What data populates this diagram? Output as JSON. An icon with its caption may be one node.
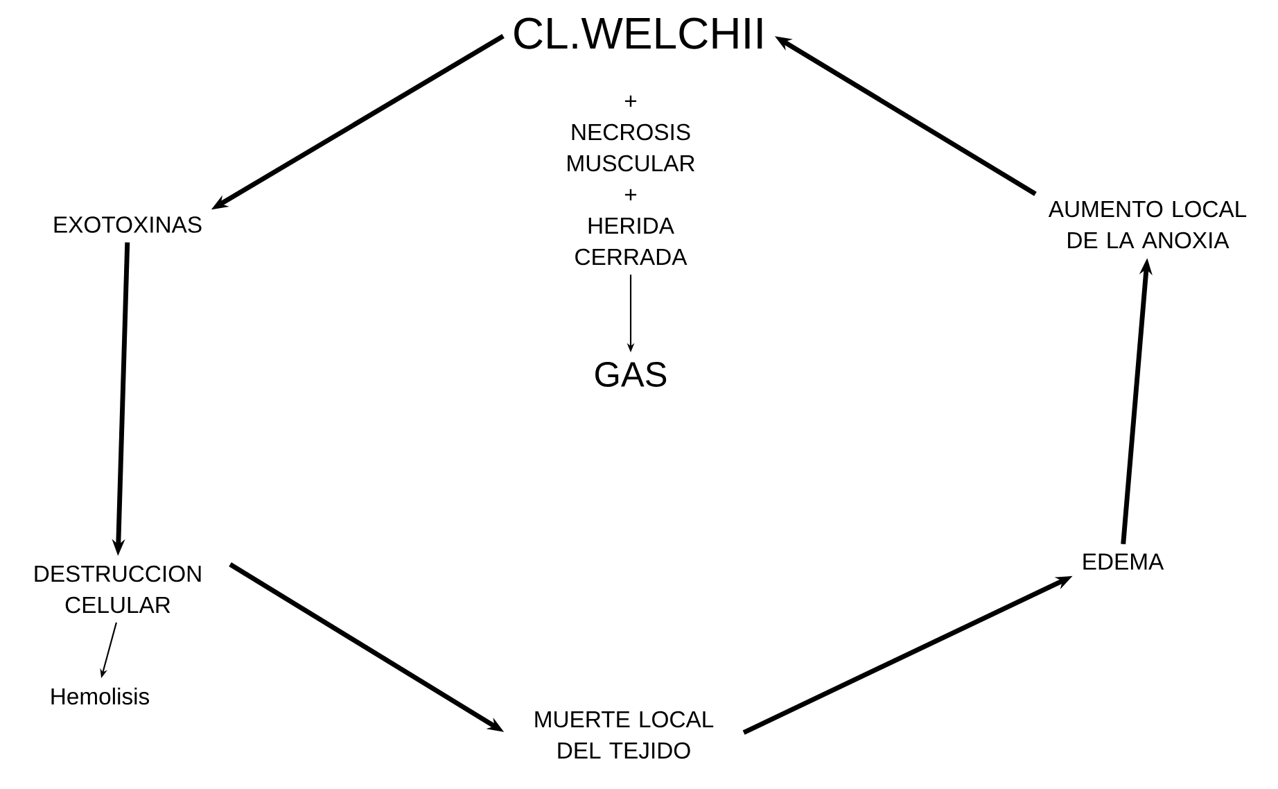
{
  "diagram": {
    "nodes": [
      {
        "text": [
          "CL.WELCHII"
        ]
      },
      {
        "text": [
          "+",
          "NECROSIS MUSCULAR",
          "+",
          "HERIDA CERRADA"
        ]
      },
      {
        "text": [
          "GAS"
        ]
      },
      {
        "text": [
          "EXOTOXINAS"
        ]
      },
      {
        "text": [
          "AUMENTO LOCAL DE LA ANOXIA"
        ]
      },
      {
        "text": [
          "DESTRUCCION CELULAR"
        ]
      },
      {
        "text": [
          "Hemolisis"
        ]
      },
      {
        "text": [
          "EDEMA"
        ]
      },
      {
        "text": [
          "MUERTE LOCAL DEL TEJIDO"
        ]
      }
    ],
    "edges": [
      {
        "from": 0,
        "to": 3,
        "arrow": "to"
      },
      {
        "from": 3,
        "to": 5,
        "arrow": "to"
      },
      {
        "from": 5,
        "to": 6,
        "arrow": "to"
      },
      {
        "from": 5,
        "to": 8,
        "arrow": "to"
      },
      {
        "from": 8,
        "to": 7,
        "arrow": "to"
      },
      {
        "from": 7,
        "to": 4,
        "arrow": "to"
      },
      {
        "from": 4,
        "to": 0,
        "arrow": "to"
      },
      {
        "from": 1,
        "to": 2,
        "arrow": "to"
      }
    ]
  }
}
